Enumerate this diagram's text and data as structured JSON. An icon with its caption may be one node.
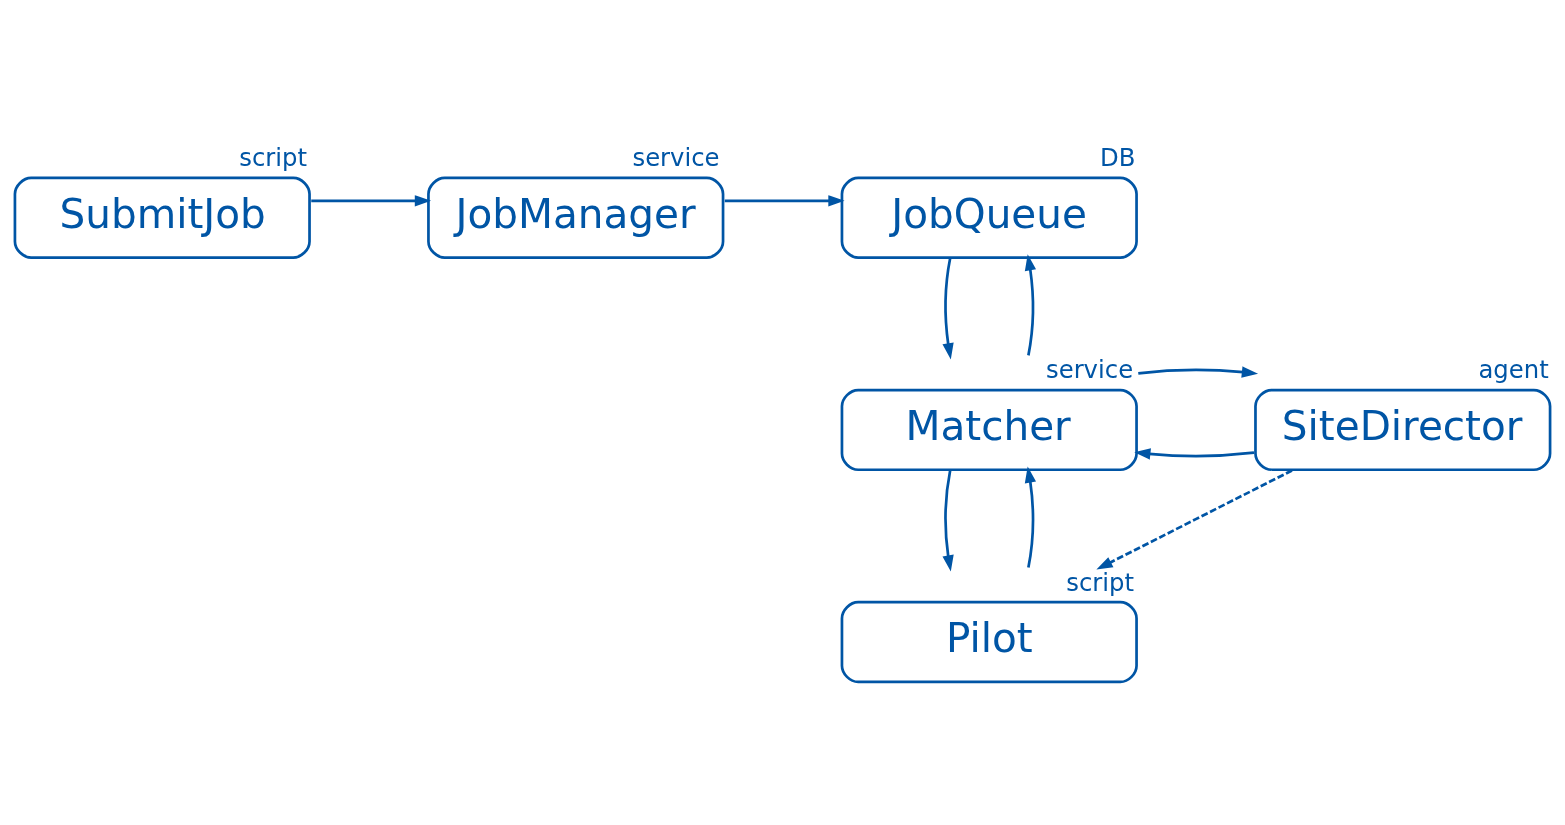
{
  "diagram": {
    "nodes": [
      {
        "text": [
          "SubmitJob"
        ],
        "beside": [
          "script"
        ]
      },
      {
        "text": [
          "JobManager"
        ],
        "beside": [
          "service"
        ]
      },
      {
        "text": [
          "JobQueue"
        ],
        "beside": [
          "DB"
        ]
      },
      {
        "text": [
          "SiteDirector"
        ],
        "beside": [
          "agent"
        ]
      },
      {
        "text": [
          "Matcher"
        ],
        "beside": [
          "service"
        ]
      },
      {
        "text": [
          "Pilot"
        ],
        "beside": [
          "script"
        ]
      }
    ],
    "edges": [
      {
        "from": 0,
        "to": 1,
        "arrow": "to"
      },
      {
        "from": 1,
        "to": 2,
        "arrow": "to"
      },
      {
        "from": 4,
        "to": 2,
        "arrow": "to"
      },
      {
        "from": 2,
        "to": 4,
        "arrow": "to"
      },
      {
        "from": 3,
        "to": 4,
        "arrow": "to"
      },
      {
        "from": 4,
        "to": 3,
        "arrow": "to"
      },
      {
        "from": 3,
        "to": 5,
        "arrow": "to",
        "style": "dashed"
      },
      {
        "from": 5,
        "to": 4,
        "arrow": "to"
      },
      {
        "from": 4,
        "to": 5,
        "arrow": "to"
      }
    ]
  }
}
